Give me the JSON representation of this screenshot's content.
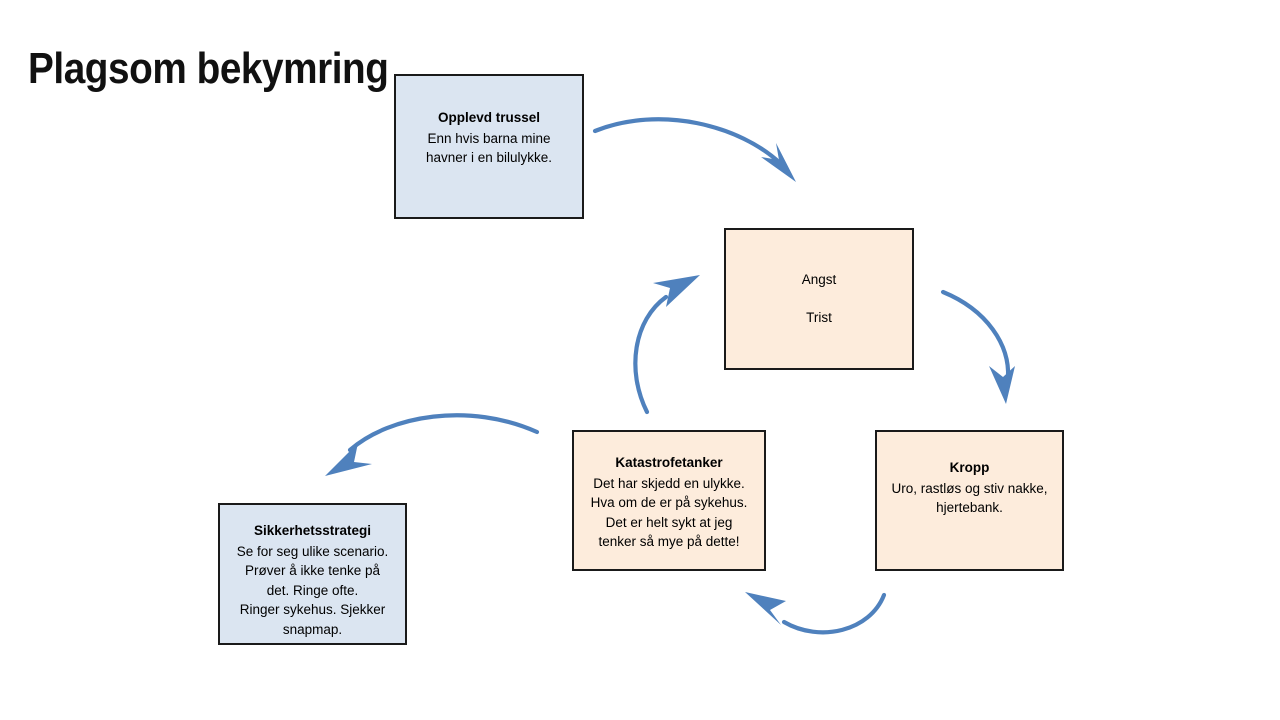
{
  "slide": {
    "title": "Plagsom bekymring",
    "background": "#ffffff"
  },
  "colors": {
    "box_blue_fill": "#dbe5f1",
    "box_peach_fill": "#fdecdc",
    "box_border": "#1a1a1a",
    "arrow_blue": "#4f81bd",
    "text": "#000000"
  },
  "nodes": {
    "threat": {
      "heading": "Opplevd trussel",
      "lines": [
        "Enn hvis barna mine",
        "havner i en bilulykke."
      ],
      "fill": "#dbe5f1"
    },
    "emotion": {
      "line1": "Angst",
      "line2": "Trist",
      "fill": "#fdecdc"
    },
    "body": {
      "heading": "Kropp",
      "lines": [
        "Uro, rastløs og stiv nakke,",
        "hjertebank."
      ],
      "fill": "#fdecdc"
    },
    "thoughts": {
      "heading": "Katastrofetanker",
      "lines": [
        "Det har skjedd en ulykke.",
        "Hva om de er på sykehus.",
        "Det er helt sykt at jeg",
        "tenker så mye på dette!"
      ],
      "fill": "#fdecdc"
    },
    "safety": {
      "heading": "Sikkerhetsstrategi",
      "lines": [
        "Se for seg ulike scenario.",
        "Prøver å ikke tenke på",
        "det. Ringe ofte.",
        "Ringer sykehus. Sjekker",
        "snapmap."
      ],
      "fill": "#dbe5f1"
    }
  },
  "arrows": [
    {
      "name": "arrow-threat-to-emotion",
      "from": "threat",
      "to": "emotion"
    },
    {
      "name": "arrow-emotion-to-body",
      "from": "emotion",
      "to": "body"
    },
    {
      "name": "arrow-body-to-thoughts",
      "from": "body",
      "to": "thoughts"
    },
    {
      "name": "arrow-thoughts-to-emotion",
      "from": "thoughts",
      "to": "emotion"
    },
    {
      "name": "arrow-thoughts-to-safety",
      "from": "thoughts",
      "to": "safety"
    }
  ]
}
